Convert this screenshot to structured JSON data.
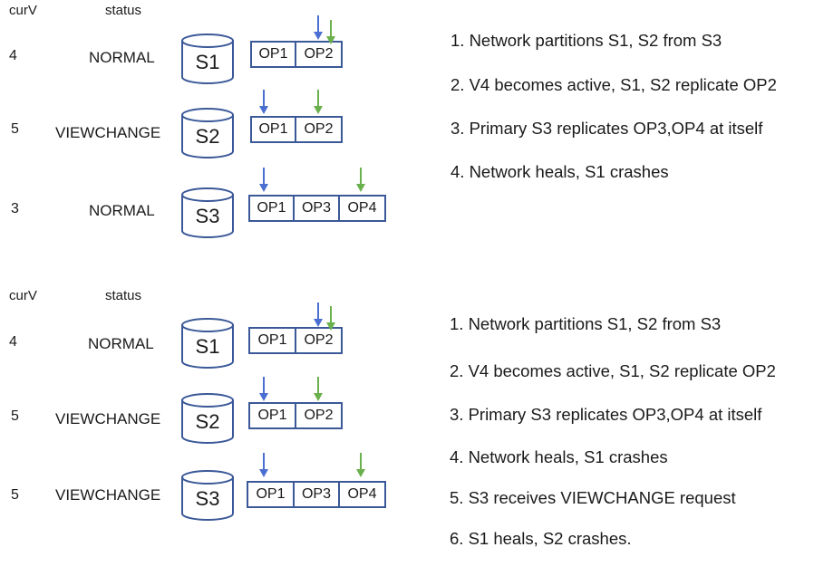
{
  "panels": [
    {
      "header": {
        "curv": "curV",
        "status": "status"
      },
      "servers": [
        {
          "curv": "4",
          "status": "NORMAL",
          "name": "S1",
          "ops": [
            "OP1",
            "OP2"
          ]
        },
        {
          "curv": "5",
          "status": "VIEWCHANGE",
          "name": "S2",
          "ops": [
            "OP1",
            "OP2"
          ]
        },
        {
          "curv": "3",
          "status": "NORMAL",
          "name": "S3",
          "ops": [
            "OP1",
            "OP3",
            "OP4"
          ]
        }
      ],
      "steps": [
        "1. Network partitions S1, S2 from S3",
        "2. V4 becomes active, S1, S2 replicate OP2",
        "3. Primary S3 replicates OP3,OP4 at itself",
        "4. Network heals,  S1 crashes"
      ]
    },
    {
      "header": {
        "curv": "curV",
        "status": "status"
      },
      "servers": [
        {
          "curv": "4",
          "status": "NORMAL",
          "name": "S1",
          "ops": [
            "OP1",
            "OP2"
          ]
        },
        {
          "curv": "5",
          "status": "VIEWCHANGE",
          "name": "S2",
          "ops": [
            "OP1",
            "OP2"
          ]
        },
        {
          "curv": "5",
          "status": "VIEWCHANGE",
          "name": "S3",
          "ops": [
            "OP1",
            "OP3",
            "OP4"
          ]
        }
      ],
      "steps": [
        "1. Network partitions S1, S2 from S3",
        "2. V4 becomes active, S1, S2 replicate OP2",
        "3. Primary S3 replicates OP3,OP4 at itself",
        "4. Network heals,  S1 crashes",
        "5. S3 receives VIEWCHANGE request",
        "6. S1 heals, S2 crashes."
      ]
    }
  ],
  "colors": {
    "blue_arrow": "#4a6fd1",
    "green_arrow": "#6ab04c",
    "box_border": "#3b5998"
  }
}
